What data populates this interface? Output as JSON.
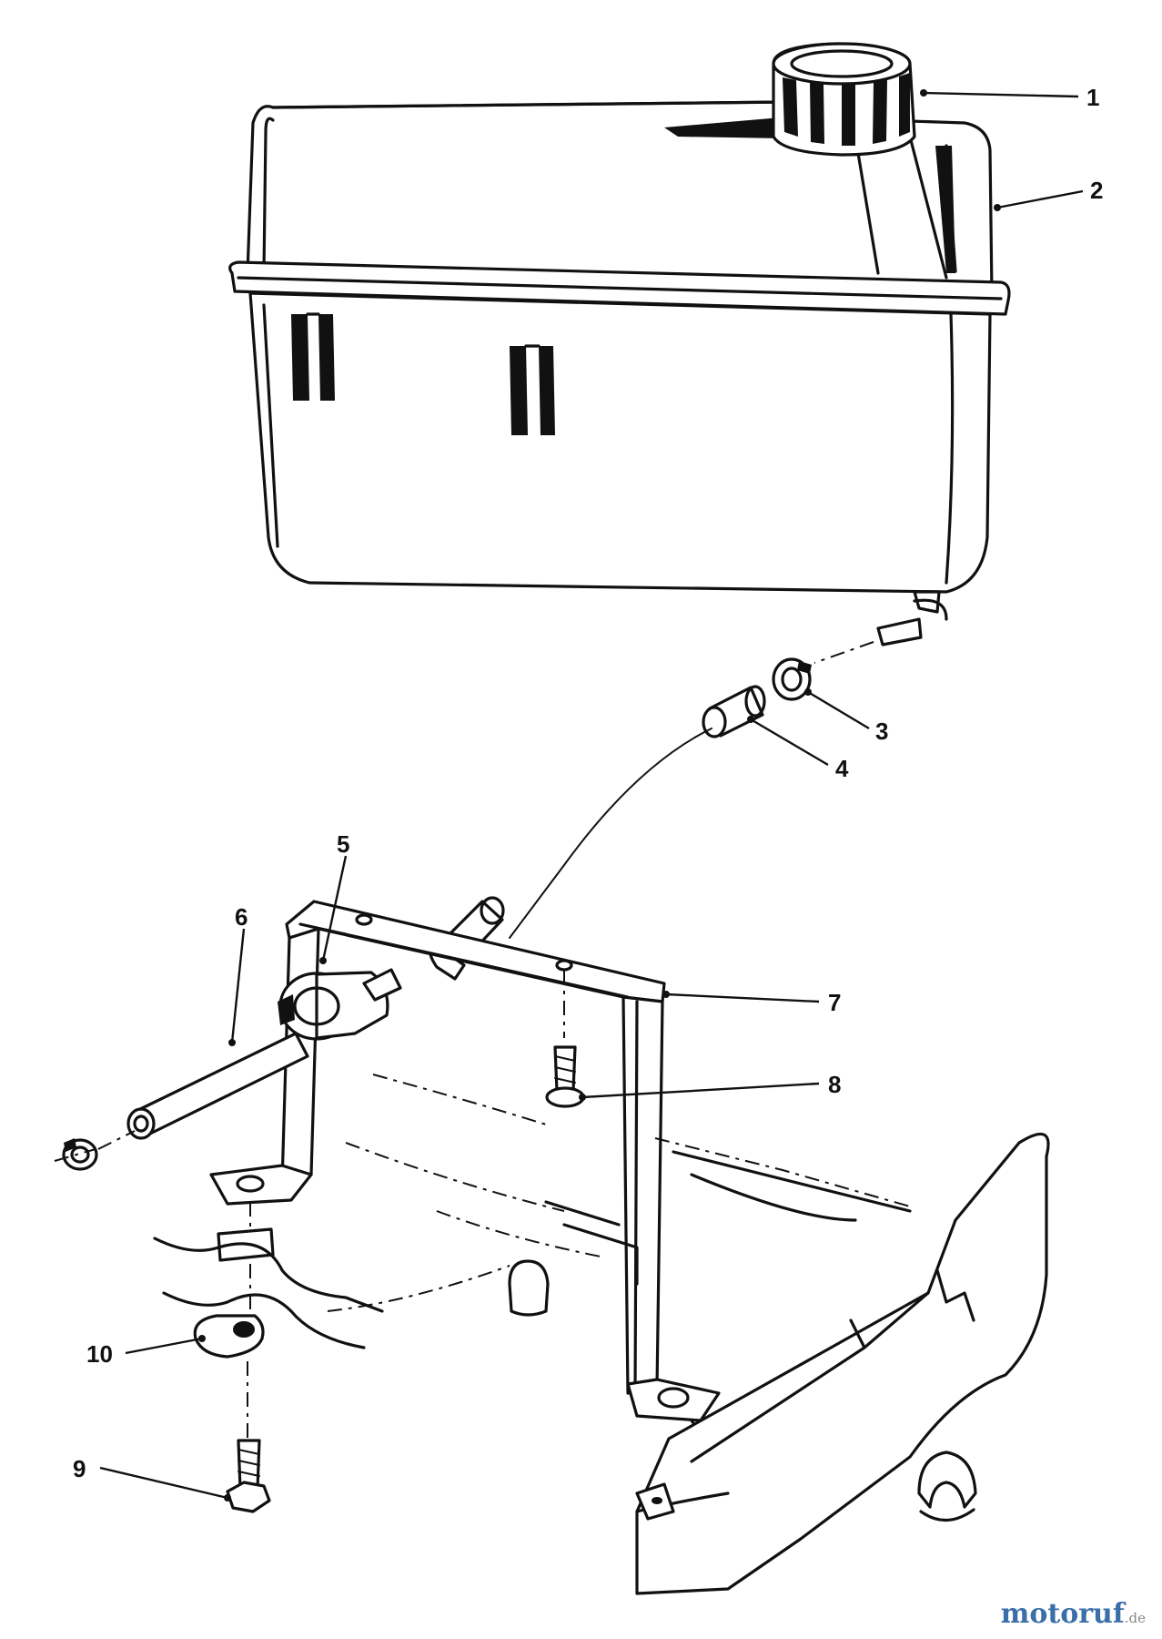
{
  "callouts": [
    {
      "id": "1",
      "label": "1"
    },
    {
      "id": "2",
      "label": "2"
    },
    {
      "id": "3",
      "label": "3"
    },
    {
      "id": "4",
      "label": "4"
    },
    {
      "id": "5",
      "label": "5"
    },
    {
      "id": "6",
      "label": "6"
    },
    {
      "id": "7",
      "label": "7"
    },
    {
      "id": "8",
      "label": "8"
    },
    {
      "id": "9",
      "label": "9"
    },
    {
      "id": "10",
      "label": "10"
    }
  ],
  "watermark": {
    "main": "motoruf",
    "tld": ".de"
  },
  "icons": [
    "fuel-tank",
    "fuel-cap",
    "hose-clamp",
    "fuel-hose",
    "fuel-filter",
    "tank-bracket",
    "screw",
    "bolt",
    "spacer",
    "mower-deck"
  ]
}
